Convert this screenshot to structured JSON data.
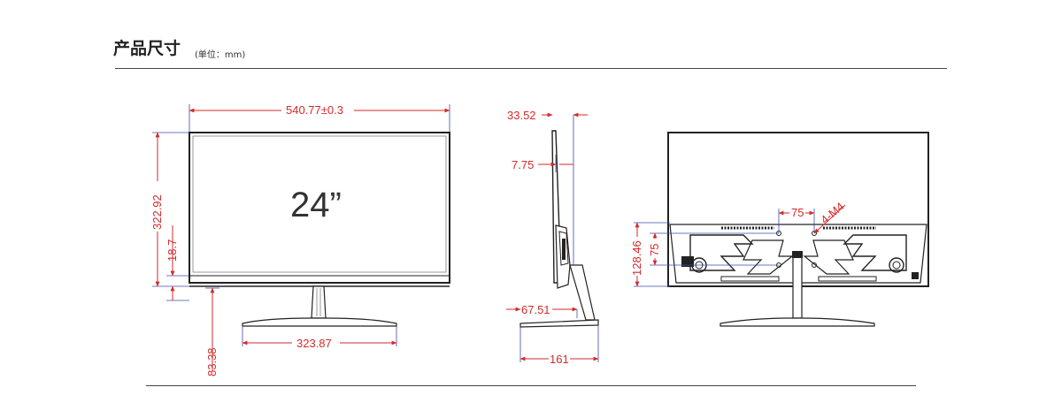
{
  "header": {
    "title": "产品尺寸",
    "subtitle": "(单位：mm)"
  },
  "colors": {
    "dimension": "#d42a2a",
    "outline": "#222222",
    "extension_line": "#3b4ba8"
  },
  "front_view": {
    "screen_size": "24”",
    "width_label": "540.77±0.3",
    "height_label": "322.92",
    "bezel_label": "18.7",
    "stand_height_label": "83.38",
    "base_width_label": "323.87"
  },
  "side_view": {
    "depth_label": "33.52",
    "panel_label": "7.75",
    "offset_label": "67.51",
    "base_depth_label": "161"
  },
  "back_view": {
    "vesa_label": "75",
    "screw_label": "4-M4",
    "height_label": "128.46",
    "vesa_vertical_label": "75"
  }
}
